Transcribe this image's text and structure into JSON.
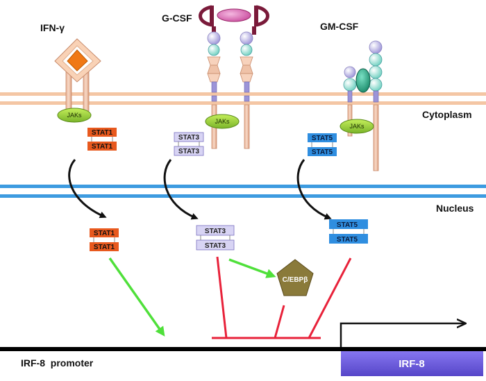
{
  "receptors": {
    "ifn": {
      "label": "IFN-γ"
    },
    "gcsf": {
      "label": "G-CSF"
    },
    "gmcsf": {
      "label": "GM-CSF"
    }
  },
  "compartments": {
    "cytoplasm": "Cytoplasm",
    "nucleus": "Nucleus"
  },
  "kinases": {
    "jak1": "JAKs",
    "jak2": "JAKs",
    "jak3": "JAKs"
  },
  "stats": {
    "stat1": "STAT1",
    "stat3": "STAT3",
    "stat5": "STAT5"
  },
  "cofactor": "C/EBPβ",
  "promoter": {
    "label": "IRF-8  promoter",
    "gene": "IRF-8"
  },
  "colors": {
    "membrane": "#f4c6a4",
    "nuclear_membrane": "#3d9be0",
    "stat1": "#e8591e",
    "stat3": "#d8d4f4",
    "stat5": "#2f8ee0",
    "jak": "#9ed43a",
    "activation_arrow": "#4fe03a",
    "inhibition": "#e8223a",
    "gene_box": "#6f5fe0",
    "cofactor": "#8a7a3a"
  }
}
